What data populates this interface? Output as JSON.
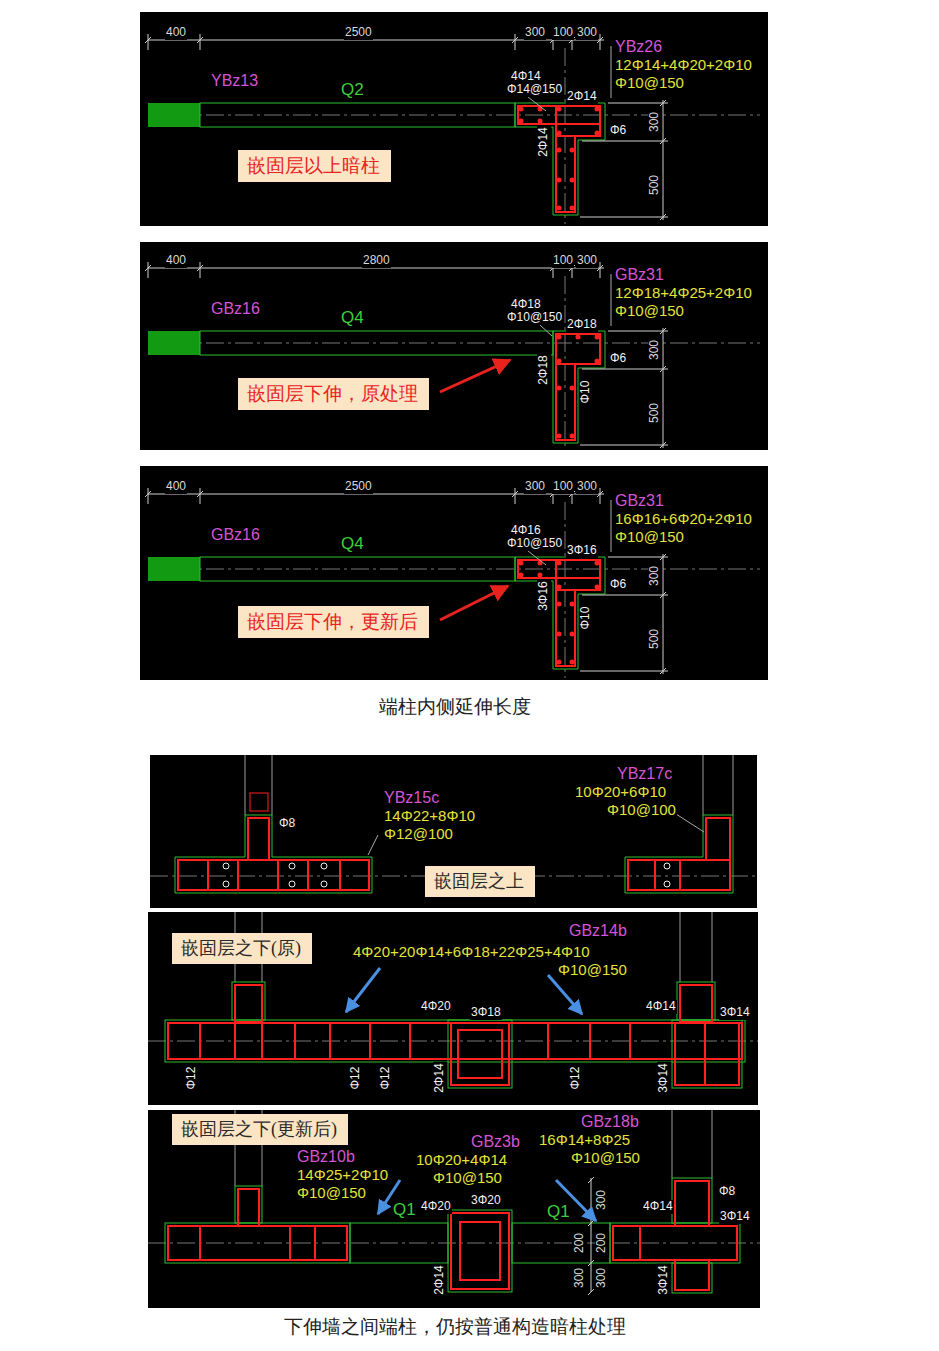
{
  "diagram": {
    "nodes": [
      {
        "text": [
          "嵌固层以上暗柱"
        ]
      },
      {
        "text": [
          "嵌固层下伸，原处理"
        ]
      },
      {
        "text": [
          "嵌固层下伸，更新后"
        ]
      },
      {
        "text": [
          "嵌固层之上"
        ]
      },
      {
        "text": [
          "嵌固层之下(原)"
        ]
      },
      {
        "text": [
          "嵌固层之下(更新后)"
        ]
      }
    ],
    "labels": [
      "400",
      "2500",
      "300",
      "100",
      "300",
      "YBz13",
      "Q2",
      "4Φ14",
      "Φ14@150",
      "2Φ14",
      "2Φ14",
      "Φ6",
      "YBz26",
      "12Φ14+4Φ20+2Φ10",
      "Φ10@150",
      "300",
      "500",
      "400",
      "2800",
      "100",
      "300",
      "GBz16",
      "Q4",
      "4Φ18",
      "Φ10@150",
      "2Φ18",
      "2Φ18",
      "Φ10",
      "Φ6",
      "GBz31",
      "12Φ18+4Φ25+2Φ10",
      "Φ10@150",
      "300",
      "500",
      "400",
      "2500",
      "300",
      "100",
      "300",
      "GBz16",
      "Q4",
      "4Φ16",
      "Φ10@150",
      "3Φ16",
      "3Φ16",
      "Φ10",
      "Φ6",
      "GBz31",
      "16Φ16+6Φ20+2Φ10",
      "Φ10@150",
      "300",
      "500",
      "端柱内侧延伸长度",
      "YBz15c",
      "14Φ22+8Φ10",
      "Φ12@100",
      "Φ8",
      "YBz17c",
      "10Φ20+6Φ10",
      "Φ10@100",
      "4Φ20+20Φ14+6Φ18+22Φ25+4Φ10",
      "GBz14b",
      "Φ10@150",
      "4Φ20",
      "3Φ18",
      "4Φ14",
      "3Φ14",
      "Φ12",
      "Φ12",
      "Φ12",
      "2Φ14",
      "Φ12",
      "3Φ14",
      "GBz10b",
      "14Φ25+2Φ10",
      "Φ10@150",
      "GBz3b",
      "10Φ20+4Φ14",
      "Φ10@150",
      "GBz18b",
      "16Φ14+8Φ25",
      "Φ10@150",
      "Q1",
      "4Φ20",
      "3Φ20",
      "2Φ14",
      "Q1",
      "4Φ14",
      "Φ8",
      "3Φ14",
      "3Φ14",
      "300",
      "200",
      "200",
      "300",
      "300",
      "下伸墙之间端柱，仍按普通构造暗柱处理"
    ]
  }
}
